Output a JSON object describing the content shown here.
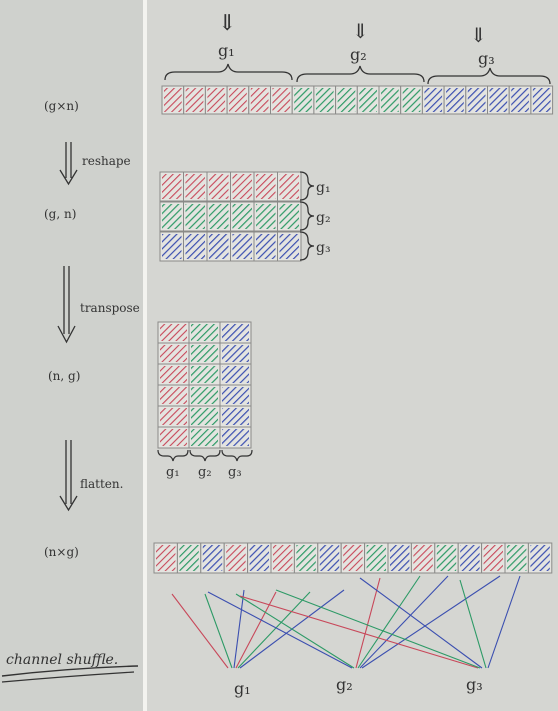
{
  "colors": {
    "paper": "#d3d4d0",
    "paper_left": "#cdd0cc",
    "divider": "#f2f2ee",
    "red": "#c8485a",
    "green": "#2d9a66",
    "blue": "#3b4fb0",
    "ink": "#333333",
    "cell_border": "#888888"
  },
  "row1": {
    "group_labels": [
      "g₁",
      "g₂",
      "g₃"
    ],
    "arrows": [
      "⇓",
      "⇓",
      "⇓"
    ]
  },
  "steps": [
    {
      "label": "(g×n)"
    },
    {
      "label": "reshape"
    },
    {
      "label": "(g, n)"
    },
    {
      "label": "transpose"
    },
    {
      "label": "(n, g)"
    },
    {
      "label": "flatten."
    },
    {
      "label": "(n×g)"
    }
  ],
  "reshape_labels": [
    "g₁",
    "g₂",
    "g₃"
  ],
  "transpose_labels": [
    "g₁",
    "g₂",
    "g₃"
  ],
  "bottom_labels": [
    "g₁",
    "g₂",
    "g₃"
  ],
  "footer": {
    "caption": "channel shuffle."
  },
  "layout_info": {
    "group_count": 3,
    "channels_per_group": 6,
    "row1_colors": [
      "red",
      "red",
      "red",
      "red",
      "red",
      "red",
      "green",
      "green",
      "green",
      "green",
      "green",
      "green",
      "blue",
      "blue",
      "blue",
      "blue",
      "blue",
      "blue"
    ],
    "shuffled_colors": [
      "red",
      "green",
      "blue",
      "red",
      "blue",
      "red",
      "green",
      "blue",
      "red",
      "green",
      "blue",
      "red",
      "green",
      "blue",
      "red",
      "green",
      "blue"
    ]
  }
}
